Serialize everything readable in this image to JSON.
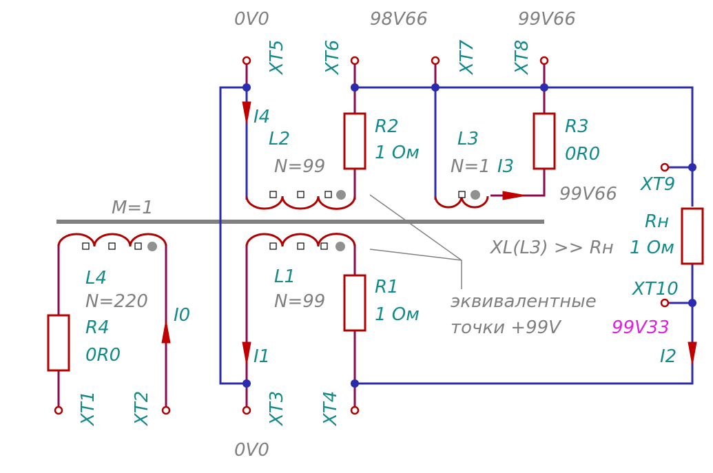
{
  "voltages": {
    "top_xt5": "0V0",
    "top_xt6": "98V66",
    "top_xt8": "99V66",
    "mid_l3": "99V66",
    "xt10": "99V33",
    "bottom_xt3": "0V0"
  },
  "terminals": {
    "xt1": "XT1",
    "xt2": "XT2",
    "xt3": "XT3",
    "xt4": "XT4",
    "xt5": "XT5",
    "xt6": "XT6",
    "xt7": "XT7",
    "xt8": "XT8",
    "xt9": "XT9",
    "xt10": "XT10"
  },
  "currents": {
    "i0": "I0",
    "i1": "I1",
    "i2": "I2",
    "i3": "I3",
    "i4": "I4"
  },
  "resistors": {
    "r1": {
      "name": "R1",
      "value": "1 Ом"
    },
    "r2": {
      "name": "R2",
      "value": "1 Ом"
    },
    "r3": {
      "name": "R3",
      "value": "0R0"
    },
    "r4": {
      "name": "R4",
      "value": "0R0"
    },
    "rn": {
      "name": "Rн",
      "value": "1 Ом"
    }
  },
  "inductors": {
    "l1": {
      "name": "L1",
      "turns": "N=99"
    },
    "l2": {
      "name": "L2",
      "turns": "N=99"
    },
    "l3": {
      "name": "L3",
      "turns": "N=1"
    },
    "l4": {
      "name": "L4",
      "turns": "N=220"
    }
  },
  "core_label": "M=1",
  "condition": "XL(L3) >> Rн",
  "note": {
    "line1": "эквивалентные",
    "line2": "точки  +99V"
  },
  "colors": {
    "wire": "#2b2bb0",
    "component": "#b00000",
    "lead": "#8b0a50",
    "label_teal": "#138a8a",
    "label_gray": "#7f7f7f",
    "label_magenta": "#e01ee0"
  }
}
